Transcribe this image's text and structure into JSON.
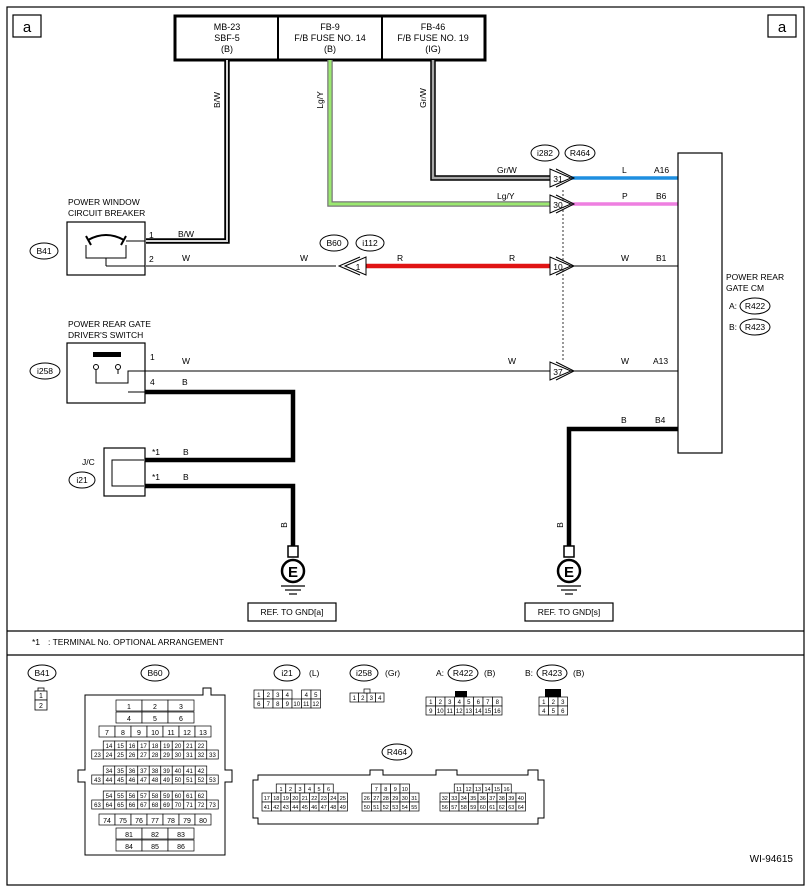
{
  "page_tag": "a",
  "figure_id": "WI-94615",
  "power_sources": [
    {
      "line1": "MB-23",
      "line2": "SBF-5",
      "line3": "(B)"
    },
    {
      "line1": "FB-9",
      "line2": "F/B FUSE NO. 14",
      "line3": "(B)"
    },
    {
      "line1": "FB-46",
      "line2": "F/B FUSE NO. 19",
      "line3": "(IG)"
    }
  ],
  "wire_colors": {
    "bw": "B/W",
    "lgy": "Lg/Y",
    "grw": "Gr/W",
    "w": "W",
    "r": "R",
    "b": "B",
    "l": "L",
    "p": "P"
  },
  "colors": {
    "blue_wire": "#1e8fe0",
    "pink_wire": "#ee7fe0",
    "red_wire": "#e01414",
    "green_wire": "#9be870",
    "gray_wire": "#a8a8a8"
  },
  "components": {
    "breaker": {
      "label1": "POWER WINDOW",
      "label2": "CIRCUIT BREAKER",
      "conn": "B41",
      "pin1": "1",
      "pin2": "2"
    },
    "switch": {
      "label1": "POWER REAR GATE",
      "label2": "DRIVER'S SWITCH",
      "conn": "i258",
      "pin1": "1",
      "pin4": "4"
    },
    "jc": {
      "label": "J/C",
      "conn": "i21",
      "pin_mark": "*1"
    },
    "cm": {
      "label1": "POWER REAR",
      "label2": "GATE CM",
      "conn_a_prefix": "A:",
      "conn_a": "R422",
      "conn_b_prefix": "B:",
      "conn_b": "R423"
    }
  },
  "inline_connectors": {
    "b60": "B60",
    "i112": "i112",
    "i282": "i282",
    "r464": "R464",
    "pin_31": "31",
    "pin_30": "30",
    "pin_1": "1",
    "pin_10": "10",
    "pin_37": "37"
  },
  "cm_pins": {
    "a16": "A16",
    "b6": "B6",
    "b1": "B1",
    "a13": "A13",
    "b4": "B4"
  },
  "grounds": {
    "symbol": "E",
    "ref1": "REF. TO GND[a]",
    "ref2": "REF. TO GND[s]"
  },
  "note": ": TERMINAL No. OPTIONAL ARRANGEMENT",
  "note_mark": "*1",
  "legend": {
    "b41": {
      "name": "B41",
      "pins": [
        "1",
        "2"
      ]
    },
    "b60": {
      "name": "B60",
      "rows": [
        [
          "1",
          "2",
          "3"
        ],
        [
          "4",
          "5",
          "6"
        ],
        [
          "7",
          "8",
          "9",
          "10",
          "11",
          "12",
          "13"
        ],
        [
          "14",
          "15",
          "16",
          "17",
          "18",
          "19",
          "20",
          "21",
          "22"
        ],
        [
          "23",
          "24",
          "25",
          "26",
          "27",
          "28",
          "29",
          "30",
          "31",
          "32",
          "33"
        ],
        [
          "34",
          "35",
          "36",
          "37",
          "38",
          "39",
          "40",
          "41",
          "42"
        ],
        [
          "43",
          "44",
          "45",
          "46",
          "47",
          "48",
          "49",
          "50",
          "51",
          "52",
          "53"
        ],
        [
          "54",
          "55",
          "56",
          "57",
          "58",
          "59",
          "60",
          "61",
          "62"
        ],
        [
          "63",
          "64",
          "65",
          "66",
          "67",
          "68",
          "69",
          "70",
          "71",
          "72",
          "73"
        ],
        [
          "74",
          "75",
          "76",
          "77",
          "78",
          "79",
          "80"
        ],
        [
          "81",
          "82",
          "83"
        ],
        [
          "84",
          "85",
          "86"
        ]
      ]
    },
    "i21": {
      "name": "i21",
      "color": "(L)",
      "top": [
        "1",
        "2",
        "3",
        "4",
        "",
        "4",
        "5"
      ],
      "bottom": [
        "6",
        "7",
        "8",
        "9",
        "10",
        "11",
        "12"
      ]
    },
    "i258": {
      "name": "i258",
      "color": "(Gr)",
      "pins": [
        "1",
        "2",
        "3",
        "4"
      ]
    },
    "r422": {
      "prefix": "A:",
      "name": "R422",
      "color": "(B)",
      "top": [
        "1",
        "2",
        "3",
        "4",
        "5",
        "6",
        "7",
        "8"
      ],
      "bottom": [
        "9",
        "10",
        "11",
        "12",
        "13",
        "14",
        "15",
        "16"
      ]
    },
    "r423": {
      "prefix": "B:",
      "name": "R423",
      "color": "(B)",
      "top": [
        "1",
        "2",
        "3"
      ],
      "bottom": [
        "4",
        "5",
        "6"
      ]
    },
    "r464": {
      "name": "R464",
      "g1": [
        [
          "1",
          "2",
          "3",
          "4",
          "5",
          "6"
        ],
        [
          "17",
          "18",
          "19",
          "20",
          "21",
          "22",
          "23",
          "24",
          "25"
        ],
        [
          "41",
          "42",
          "43",
          "44",
          "45",
          "46",
          "47",
          "48",
          "49"
        ]
      ],
      "g2": [
        [
          "7",
          "8",
          "9",
          "10"
        ],
        [
          "26",
          "27",
          "28",
          "29",
          "30",
          "31"
        ],
        [
          "50",
          "51",
          "52",
          "53",
          "54",
          "55"
        ]
      ],
      "g3": [
        [
          "11",
          "12",
          "13",
          "14",
          "15",
          "16"
        ],
        [
          "32",
          "33",
          "34",
          "35",
          "36",
          "37",
          "38",
          "39",
          "40"
        ],
        [
          "56",
          "57",
          "58",
          "59",
          "60",
          "61",
          "62",
          "63",
          "64"
        ]
      ]
    }
  }
}
